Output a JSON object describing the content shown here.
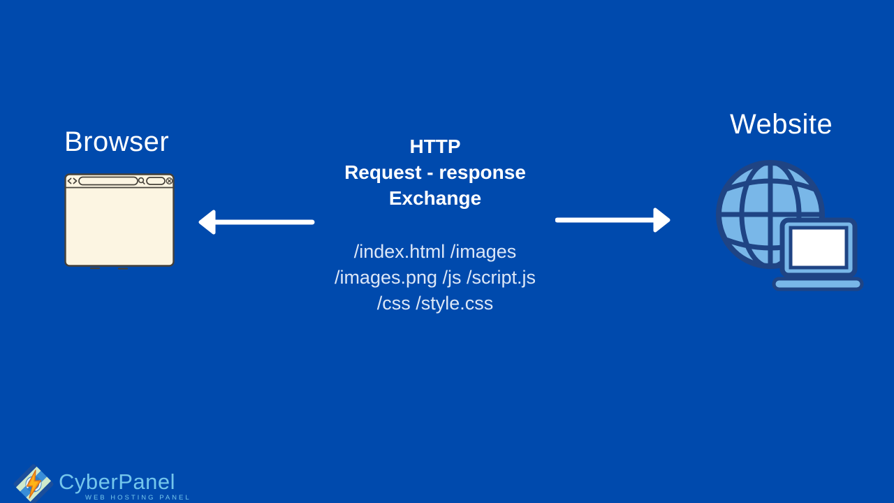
{
  "title": "HTTP request-response exchange diagram",
  "browser": {
    "label": "Browser",
    "icon": "browser-window-icon"
  },
  "website": {
    "label": "Website",
    "icon": "globe-laptop-icon"
  },
  "center": {
    "heading_lines": [
      "HTTP",
      "Request - response",
      "Exchange"
    ],
    "path_lines": [
      "/index.html /images",
      "/images.png /js /script.js",
      "/css /style.css"
    ]
  },
  "arrows": {
    "left_direction": "left",
    "right_direction": "right",
    "color": "#ffffff"
  },
  "logo": {
    "name": "CyberPanel",
    "tagline": "WEB HOSTING PANEL"
  },
  "colors": {
    "background": "#004aad",
    "text_primary": "#ffffff",
    "text_paths": "#dce7f7",
    "globe_fill": "#79b7e8",
    "globe_outline": "#1f4484",
    "laptop_screen": "#ffffff",
    "browser_fill": "#fcf5e2",
    "browser_outline": "#45413a",
    "logo_text": "#74c6ec",
    "logo_green": "#cfe9cb",
    "logo_blue": "#3a8ed8",
    "logo_navy": "#1b4e9b",
    "bolt_orange": "#f7941d"
  }
}
